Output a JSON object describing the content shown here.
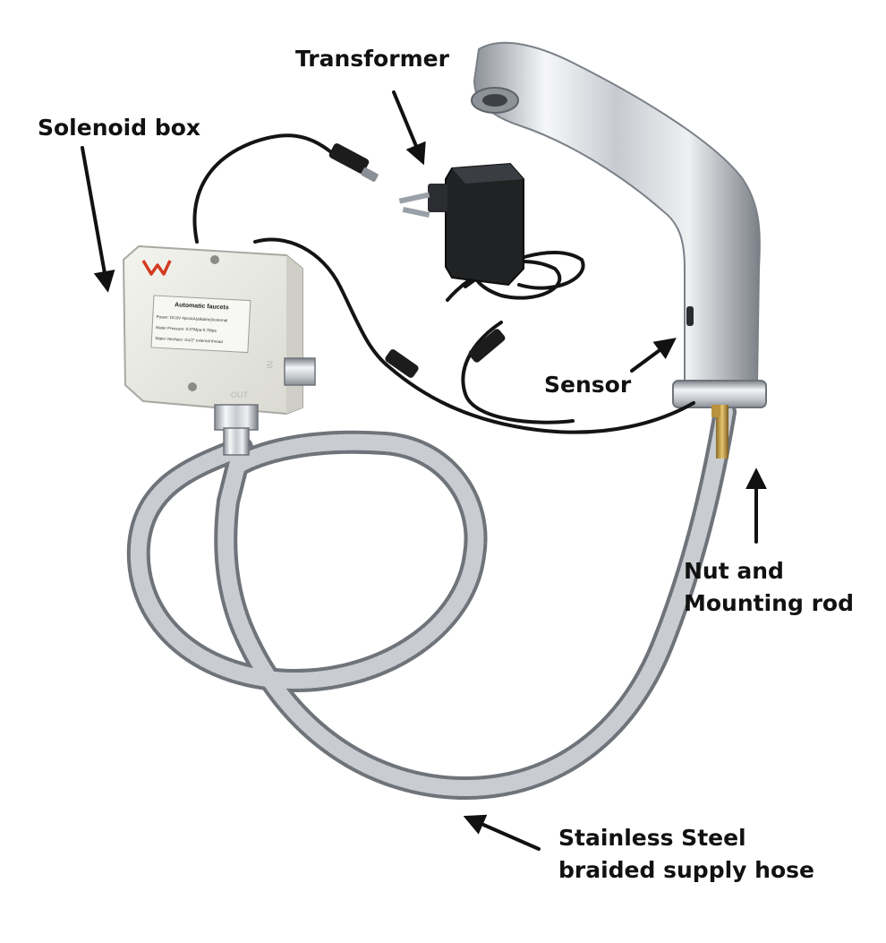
{
  "labels": {
    "transformer": "Transformer",
    "solenoid_box": "Solenoid box",
    "sensor": "Sensor",
    "nut_line1": "Nut and",
    "nut_line2": "Mounting rod",
    "hose_line1": "Stainless Steel",
    "hose_line2": "braided supply hose"
  },
  "solenoid_plate": {
    "title": "Automatic faucets",
    "line1": "Power: DC6V 4pcsAA(alkaline)/external",
    "line2": "Water Pressure: 0.07Mpa-0.7Mpa",
    "line3": "Water interface: G1/2\" external thread",
    "side_in": "IN",
    "side_out": "OUT"
  },
  "colors": {
    "background": "#ffffff",
    "label": "#111111",
    "chrome_light": "#f2f4f6",
    "chrome_dark": "#7b8087",
    "box_body": "#ecece6",
    "cable": "#141414",
    "brand_mark": "#d23a20"
  }
}
